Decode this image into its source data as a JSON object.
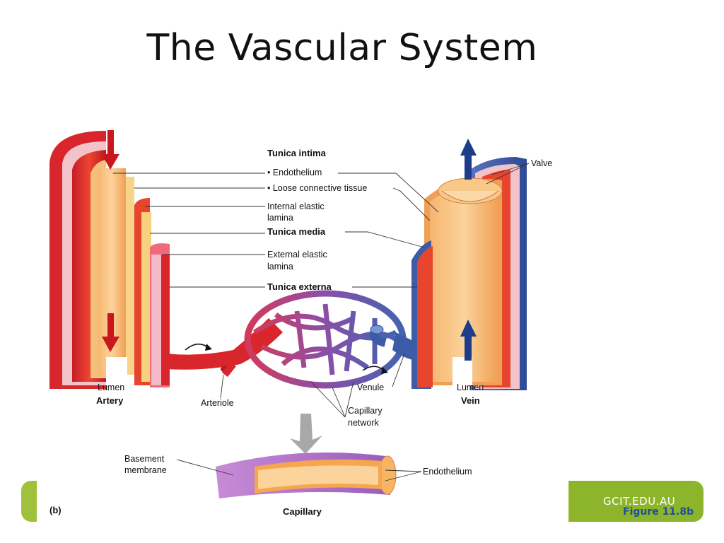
{
  "slide": {
    "title": "The Vascular System",
    "site": "GCIT.EDU.AU",
    "figure_ref": "Figure 11.8b"
  },
  "diagram": {
    "panel_label": "(b)",
    "labels": {
      "tunica_intima": "Tunica intima",
      "endothelium": "• Endothelium",
      "loose_connective": "• Loose connective tissue",
      "internal_elastic_1": "Internal elastic",
      "internal_elastic_2": "lamina",
      "tunica_media": "Tunica media",
      "external_elastic_1": "External elastic",
      "external_elastic_2": "lamina",
      "tunica_externa": "Tunica externa",
      "valve": "Valve",
      "artery_lumen": "Lumen",
      "artery": "Artery",
      "arteriole": "Arteriole",
      "capillary_network_1": "Capillary",
      "capillary_network_2": "network",
      "venule": "Venule",
      "vein_lumen": "Lumen",
      "vein": "Vein",
      "basement_1": "Basement",
      "basement_2": "membrane",
      "capillary_endothelium": "Endothelium",
      "capillary": "Capillary"
    },
    "colors": {
      "artery_red": "#d9262c",
      "media_red": "#e8452e",
      "intima_orange": "#f2a25a",
      "vein_blue": "#3d5ca8",
      "capillary_purple": "#8a4fa8",
      "arrow_red": "#c8171d",
      "arrow_blue": "#1d3d8a"
    }
  }
}
